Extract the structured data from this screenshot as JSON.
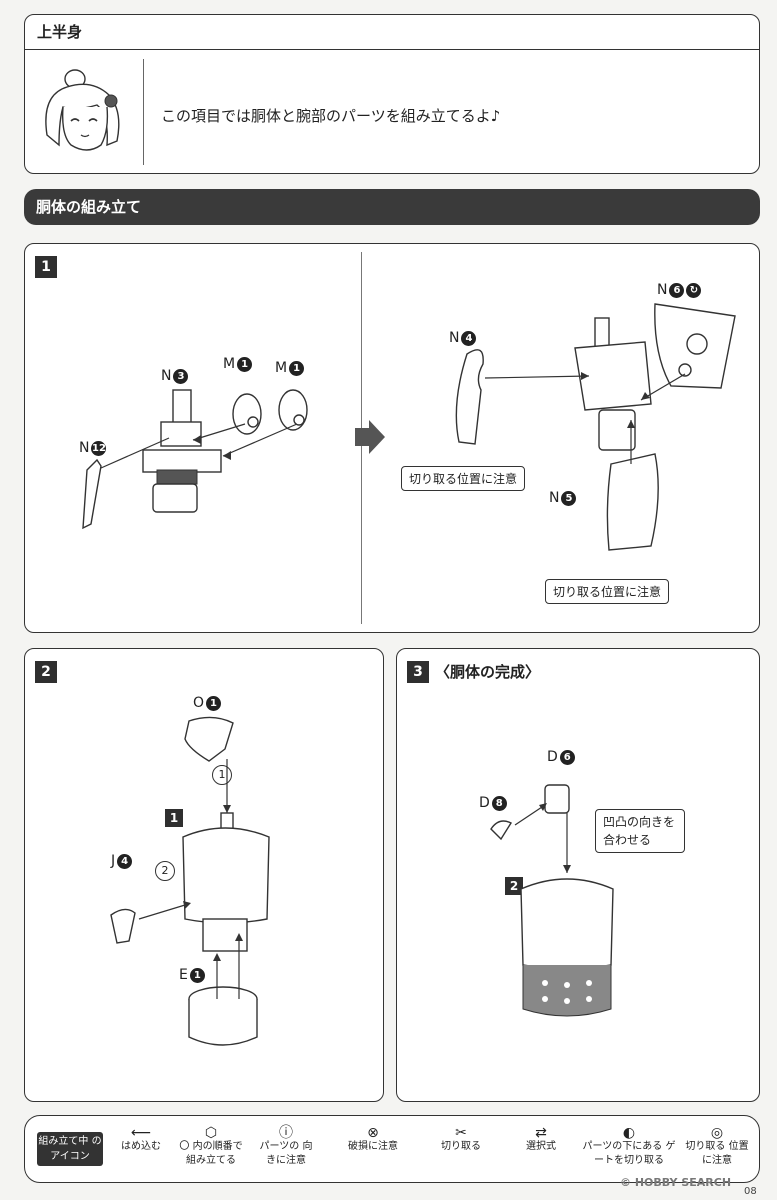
{
  "section": {
    "title": "上半身",
    "intro": "この項目では胴体と腕部のパーツを組み立てるよ♪"
  },
  "subsection": {
    "title": "胴体の組み立て"
  },
  "step1": {
    "num": "1",
    "left": {
      "n3": {
        "letter": "N",
        "num": "3"
      },
      "n12": {
        "letter": "N",
        "num": "12"
      },
      "m1a": {
        "letter": "M",
        "num": "1"
      },
      "m1b": {
        "letter": "M",
        "num": "1"
      }
    },
    "right": {
      "n4": {
        "letter": "N",
        "num": "4"
      },
      "n6": {
        "letter": "N",
        "num": "6"
      },
      "n5": {
        "letter": "N",
        "num": "5"
      },
      "caution1": "切り取る位置に注意",
      "caution2": "切り取る位置に注意"
    }
  },
  "step2": {
    "num": "2",
    "o1": {
      "letter": "O",
      "num": "1"
    },
    "j4": {
      "letter": "J",
      "num": "4"
    },
    "e1": {
      "letter": "E",
      "num": "1"
    },
    "order1": "1",
    "order2": "2",
    "ref": "1"
  },
  "step3": {
    "num": "3",
    "title": "〈胴体の完成〉",
    "d6": {
      "letter": "D",
      "num": "6"
    },
    "d8": {
      "letter": "D",
      "num": "8"
    },
    "note": "凹凸の向きを 合わせる",
    "ref": "2"
  },
  "legend": {
    "title": "組み立て中 のアイコン",
    "items": [
      {
        "icon": "arrow",
        "label": "はめ込む"
      },
      {
        "icon": "hex",
        "label": "〇 内の順番で 組み立てる"
      },
      {
        "icon": "warn",
        "label": "パーツの 向きに注意"
      },
      {
        "icon": "break",
        "label": "破損に注意"
      },
      {
        "icon": "cut",
        "label": "切り取る"
      },
      {
        "icon": "select",
        "label": "選択式"
      },
      {
        "icon": "gate",
        "label": "パーツの下にある ゲートを切り取る"
      },
      {
        "icon": "cutpos",
        "label": "切り取る 位置に注意"
      }
    ]
  },
  "footer": {
    "watermark": "© HOBBY SEARCH",
    "page": "08"
  }
}
